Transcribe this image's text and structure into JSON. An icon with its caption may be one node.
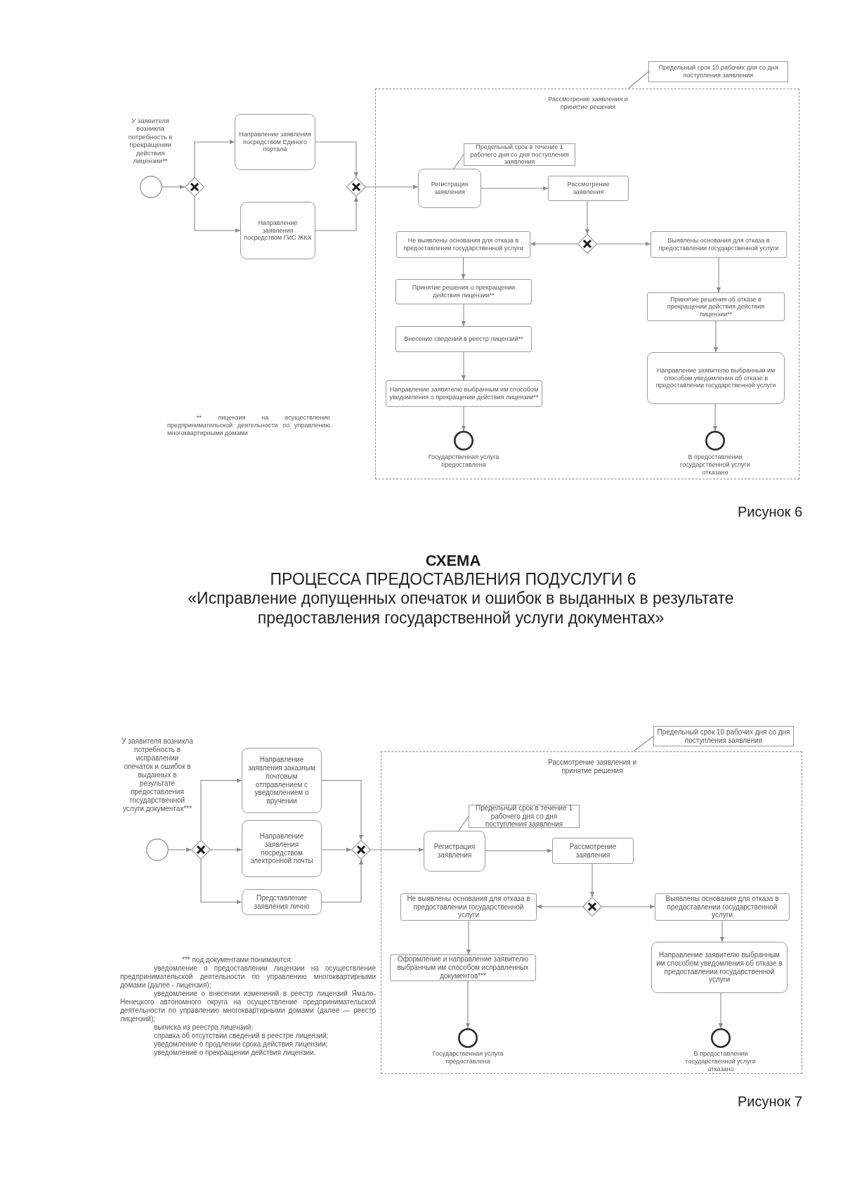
{
  "diagram": {
    "title": "СХЕМА",
    "nodes": [
      {
        "text": [
          "Предельный срок 10 рабочих дня со дня поступления заявления"
        ]
      },
      {
        "text": [],
        "shape": "circle",
        "beside": [
          "У заявителя возникла потребность в прекращении действия лицензии**"
        ]
      },
      {
        "text": [],
        "shape": "diamond"
      },
      {
        "text": [
          "Направление заявления посредством Единого портала"
        ]
      },
      {
        "text": [
          "Направление заявления посредством ГИС ЖКХ"
        ]
      },
      {
        "text": [],
        "shape": "diamond"
      },
      {
        "text": [
          "Рассмотрение заявления и принятие решения"
        ]
      },
      {
        "text": [
          "Предельный срок в течение 1 рабочего дня со дня поступления заявления"
        ],
        "in": 6
      },
      {
        "text": [
          "Регистрация заявления"
        ],
        "in": 6
      },
      {
        "text": [
          "Рассмотрение заявления"
        ],
        "in": 6
      },
      {
        "text": [],
        "shape": "diamond",
        "in": 6
      },
      {
        "text": [
          "Не выявлены основания для отказа в предоставлении государственной услуги"
        ],
        "in": 6
      },
      {
        "text": [
          "Выявлены основания для отказа в предоставлении государственной услуги"
        ],
        "in": 6
      },
      {
        "text": [
          "Принятие решения о прекращении действия лицензии**"
        ],
        "in": 6
      },
      {
        "text": [
          "Принятие решения об отказе в прекращении действия действия лицензии**"
        ],
        "in": 6
      },
      {
        "text": [
          "Внесение сведений в реестр лицензий**"
        ],
        "in": 6
      },
      {
        "text": [
          "Направление заявителю выбранным им способом уведомления об отказе в предоставлении государственной услуги"
        ],
        "in": 6
      },
      {
        "text": [
          "Направление заявителю выбранным им способом уведомления о прекращении действия лицензии**"
        ],
        "in": 6
      },
      {
        "text": [],
        "shape": "circle",
        "in": 6,
        "beside": [
          "Государственная услуга предоставлена"
        ]
      },
      {
        "text": [],
        "shape": "circle",
        "in": 6,
        "beside": [
          "В предоставлении государственной услуги отказано"
        ]
      },
      {
        "text": [
          "Предельный срок 10 рабочих дня со дня поступления заявления"
        ]
      },
      {
        "text": [],
        "shape": "circle",
        "beside": [
          "У заявителя возникла потребность в исправлении опечаток и ошибок в выданных в результате предоставления государственной услуги документах***"
        ]
      },
      {
        "text": [],
        "shape": "diamond"
      },
      {
        "text": [
          "Направление заявления заказным почтовым отправлением с уведомлением о вручении"
        ]
      },
      {
        "text": [
          "Направление заявления посредством электронной почты"
        ]
      },
      {
        "text": [
          "Представление заявления лично"
        ]
      },
      {
        "text": [],
        "shape": "diamond"
      },
      {
        "text": [
          "Рассмотрение заявления и принятие решения"
        ]
      },
      {
        "text": [
          "Предельный срок в течение 1 рабочего дня со дня поступления заявления"
        ],
        "in": 27
      },
      {
        "text": [
          "Регистрация заявления"
        ],
        "in": 27
      },
      {
        "text": [
          "Рассмотрение заявления"
        ],
        "in": 27
      },
      {
        "text": [],
        "shape": "diamond",
        "in": 27
      },
      {
        "text": [
          "Не выявлены основания для отказа в предоставлении государственной услуги"
        ],
        "in": 27
      },
      {
        "text": [
          "Выявлены основания для отказа в предоставлении государственной услуги"
        ],
        "in": 27
      },
      {
        "text": [
          "Оформление и направление заявителю выбранным им способом исправленных документов***"
        ],
        "in": 27
      },
      {
        "text": [
          "Направление заявителю выбранным им способом уведомления об отказе в предоставлении государственной услуги"
        ],
        "in": 27
      },
      {
        "text": [],
        "shape": "circle",
        "in": 27,
        "beside": [
          "Государственная услуга предоставлена"
        ]
      },
      {
        "text": [],
        "shape": "circle",
        "in": 27,
        "beside": [
          "В предоставлении государственной услуги отказано"
        ]
      }
    ],
    "edges": [
      {
        "from": 0,
        "to": 6,
        "arrow": "none"
      },
      {
        "from": 1,
        "to": 2,
        "arrow": "to"
      },
      {
        "from": 2,
        "to": 3,
        "arrow": "to"
      },
      {
        "from": 2,
        "to": 4,
        "arrow": "to"
      },
      {
        "from": 3,
        "to": 5,
        "arrow": "to"
      },
      {
        "from": 4,
        "to": 5,
        "arrow": "to"
      },
      {
        "from": 5,
        "to": 8,
        "arrow": "to"
      },
      {
        "from": 7,
        "to": 8,
        "arrow": "none"
      },
      {
        "from": 8,
        "to": 9,
        "arrow": "to"
      },
      {
        "from": 9,
        "to": 10,
        "arrow": "to"
      },
      {
        "from": 10,
        "to": 11,
        "arrow": "to"
      },
      {
        "from": 10,
        "to": 12,
        "arrow": "to"
      },
      {
        "from": 11,
        "to": 13,
        "arrow": "to"
      },
      {
        "from": 13,
        "to": 15,
        "arrow": "to"
      },
      {
        "from": 15,
        "to": 17,
        "arrow": "to"
      },
      {
        "from": 17,
        "to": 18,
        "arrow": "to"
      },
      {
        "from": 12,
        "to": 14,
        "arrow": "to"
      },
      {
        "from": 14,
        "to": 16,
        "arrow": "to"
      },
      {
        "from": 16,
        "to": 19,
        "arrow": "to"
      },
      {
        "from": 20,
        "to": 27,
        "arrow": "none"
      },
      {
        "from": 21,
        "to": 22,
        "arrow": "to"
      },
      {
        "from": 22,
        "to": 23,
        "arrow": "to"
      },
      {
        "from": 22,
        "to": 24,
        "arrow": "to"
      },
      {
        "from": 22,
        "to": 25,
        "arrow": "to"
      },
      {
        "from": 23,
        "to": 26,
        "arrow": "to"
      },
      {
        "from": 24,
        "to": 26,
        "arrow": "to"
      },
      {
        "from": 25,
        "to": 26,
        "arrow": "to"
      },
      {
        "from": 26,
        "to": 29,
        "arrow": "to"
      },
      {
        "from": 28,
        "to": 29,
        "arrow": "none"
      },
      {
        "from": 29,
        "to": 30,
        "arrow": "to"
      },
      {
        "from": 30,
        "to": 31,
        "arrow": "to"
      },
      {
        "from": 31,
        "to": 32,
        "arrow": "to"
      },
      {
        "from": 31,
        "to": 33,
        "arrow": "to"
      },
      {
        "from": 32,
        "to": 34,
        "arrow": "to"
      },
      {
        "from": 34,
        "to": 36,
        "arrow": "to"
      },
      {
        "from": 33,
        "to": 35,
        "arrow": "to"
      },
      {
        "from": 35,
        "to": 37,
        "arrow": "to"
      }
    ],
    "labels": [
      "** лицензия на осуществление предпринимательской деятельности по управлению многоквартирными домами",
      "Рисунок 6",
      "ПРОЦЕССА ПРЕДОСТАВЛЕНИЯ ПОДУСЛУГИ 6",
      "«Исправление допущенных опечаток и ошибок в выданных в результате предоставления государственной услуги документах»",
      "*** под документами понимаются:",
      "уведомление о предоставлении лицензии на осуществление предпринимательской деятельности по управлению многоквартирными домами (далее - лицензия);",
      "уведомление о внесении изменений в реестр лицензий Ямало-Ненецкого автономного округа на осуществление предпринимательской деятельности по управлению многоквартирными домами (далее — реестр лицензий);",
      "выписка из реестра лицензий;",
      "справка об отсутствии сведений в реестре лицензий;",
      "уведомление о продлении срока действия лицензии;",
      "уведомление о прекращении действия лицензии.",
      "Рисунок 7"
    ]
  }
}
